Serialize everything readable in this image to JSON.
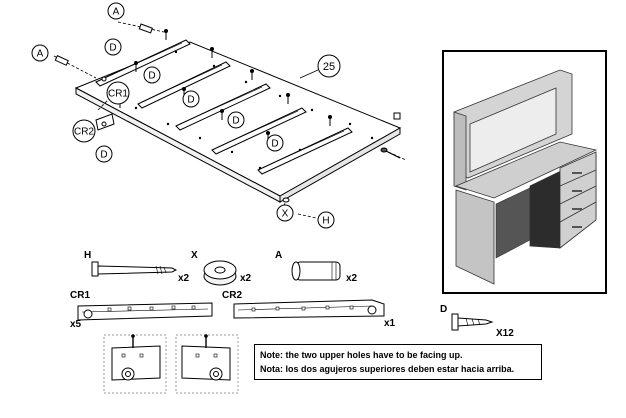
{
  "diagram": {
    "callouts": {
      "a_top": "A",
      "a_left": "A",
      "d1": "D",
      "d2": "D",
      "d3": "D",
      "d4": "D",
      "d5": "D",
      "d6": "D",
      "cr1": "CR1",
      "cr2": "CR2",
      "panel_number": "25",
      "x_bottom": "X",
      "h_bottom": "H"
    },
    "parts": {
      "h": {
        "code": "H",
        "qty": "x2"
      },
      "x": {
        "code": "X",
        "qty": "x2"
      },
      "a": {
        "code": "A",
        "qty": "x2"
      },
      "cr1": {
        "code": "CR1",
        "qty": "x5"
      },
      "cr2": {
        "code": "CR2",
        "qty": "x1"
      },
      "d": {
        "code": "D",
        "qty": "X12"
      }
    },
    "note": {
      "en": "Note: the two upper holes have to be facing up.",
      "es": "Nota: los dos agujeros superiores deben estar hacia arriba."
    }
  }
}
